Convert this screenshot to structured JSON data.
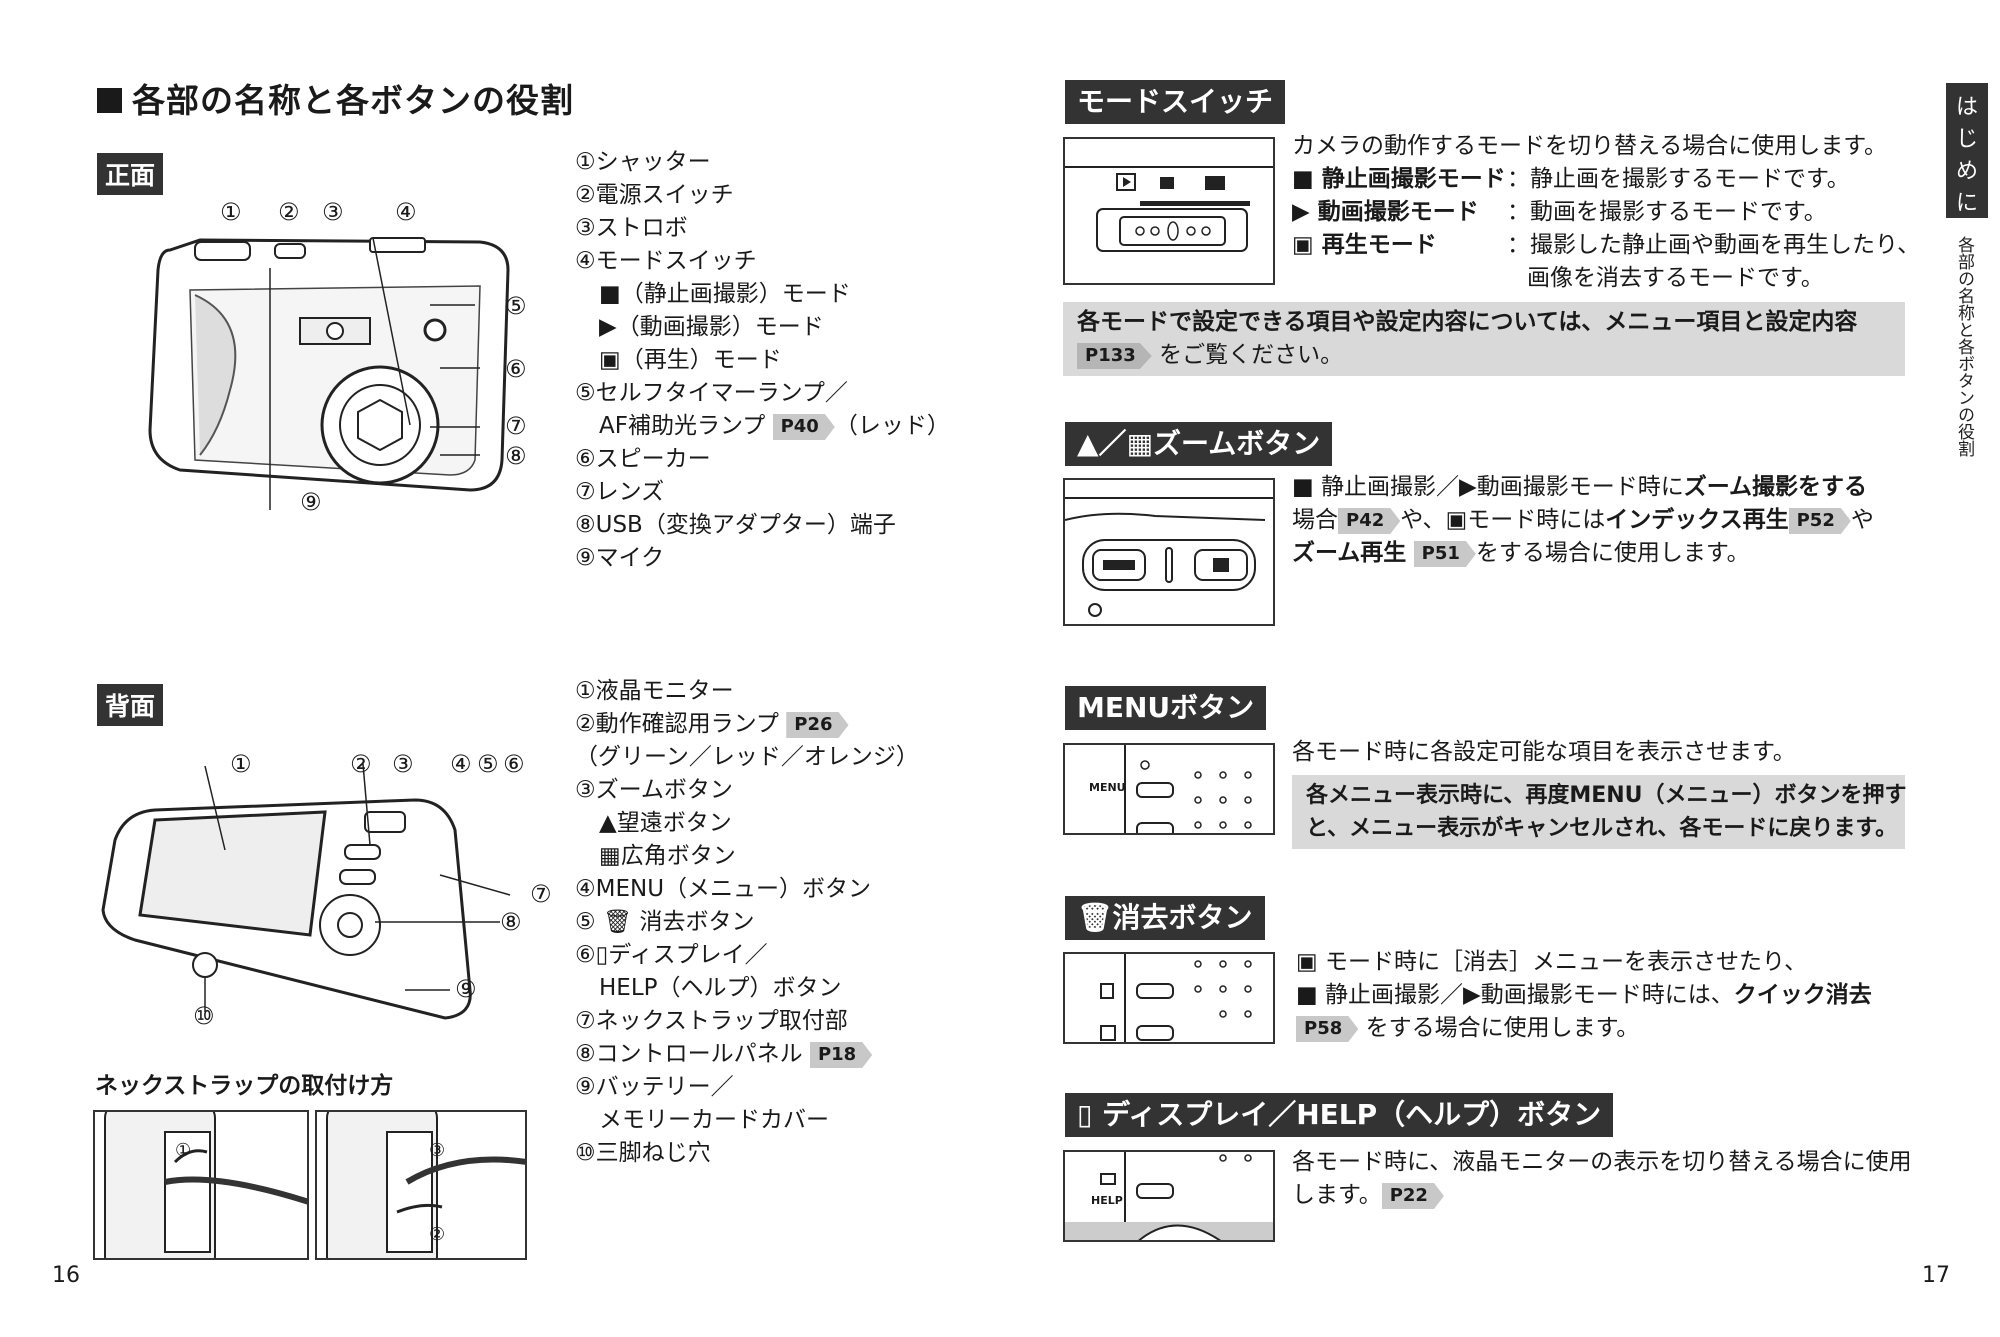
{
  "left": {
    "title": "各部の名称と各ボタンの役割",
    "front": {
      "label": "正面",
      "callouts": [
        "①",
        "②",
        "③",
        "④",
        "⑤",
        "⑥",
        "⑦",
        "⑧",
        "⑨"
      ],
      "items": [
        "①シャッター",
        "②電源スイッチ",
        "③ストロボ",
        "④モードスイッチ",
        "（静止画撮影）モード",
        "（動画撮影）モード",
        "（再生）モード",
        "⑤セルフタイマーランプ／",
        "AF補助光ランプ",
        "（レッド）",
        "⑥スピーカー",
        "⑦レンズ",
        "⑧USB（変換アダプター）端子",
        "⑨マイク"
      ],
      "ref_af": "P40"
    },
    "back": {
      "label": "背面",
      "callouts": [
        "①",
        "②",
        "③",
        "④",
        "⑤",
        "⑥",
        "⑦",
        "⑧",
        "⑨",
        "⑩"
      ],
      "items": [
        "①液晶モニター",
        "②動作確認用ランプ",
        "（グリーン／レッド／オレンジ）",
        "③ズームボタン",
        "望遠ボタン",
        "広角ボタン",
        "④MENU（メニュー）ボタン",
        "⑤",
        "消去ボタン",
        "⑥",
        "ディスプレイ／",
        "HELP（ヘルプ）ボタン",
        "⑦ネックストラップ取付部",
        "⑧コントロールパネル",
        "⑨バッテリー／",
        "メモリーカードカバー",
        "⑩三脚ねじ穴"
      ],
      "ref_lamp": "P26",
      "ref_panel": "P18"
    },
    "strap_title": "ネックストラップの取付け方",
    "strap_steps": [
      "①",
      "②",
      "③"
    ],
    "page_number": "16"
  },
  "right": {
    "mode_switch": {
      "header": "モードスイッチ",
      "intro": "カメラの動作するモードを切り替える場合に使用します。",
      "modes": [
        {
          "name": "静止画撮影モード",
          "desc": "：静止画を撮影するモードです。"
        },
        {
          "name": "動画撮影モード",
          "desc": "：動画を撮影するモードです。"
        },
        {
          "name": "再生モード",
          "desc": "：撮影した静止画や動画を再生したり、"
        }
      ],
      "desc_cont": "画像を消去するモードです。",
      "note_a": "各モードで設定できる項目や設定内容については、",
      "note_b": "メニュー項目と設定内容",
      "note_ref": "P133",
      "note_c": "をご覧ください。"
    },
    "zoom": {
      "header": "ズームボタン",
      "sep": "／",
      "t1": "静止画撮影／",
      "t2": "動画撮影モード時に",
      "t3": "ズーム撮影をする",
      "t4": "場合",
      "ref1": "P42",
      "t5": "や、",
      "t6": "モード時には",
      "t7": "インデックス再生",
      "ref2": "P52",
      "t8": "や",
      "t9": "ズーム再生",
      "ref3": "P51",
      "t10": "をする場合に使用します。"
    },
    "menu": {
      "header": "MENUボタン",
      "text": "各モード時に各設定可能な項目を表示させます。",
      "note1": "各メニュー表示時に、再度MENU（メニュー）ボタンを押す",
      "note2": "と、メニュー表示がキャンセルされ、各モードに戻ります。",
      "fig_label": "MENU"
    },
    "delete": {
      "header": "消去ボタン",
      "t1": "モード時に［消去］メニューを表示させたり、",
      "t2": "静止画撮影／",
      "t3": "動画撮影モード時には、",
      "t4": "クイック消去",
      "ref": "P58",
      "t5": "をする場合に使用します。"
    },
    "display": {
      "header": "ディスプレイ／HELP（ヘルプ）ボタン",
      "t1": "各モード時に、液晶モニターの表示を切り替える場合に使用",
      "t2": "します。",
      "ref": "P22",
      "fig_label": "HELP"
    },
    "side_tab": [
      "は",
      "じ",
      "め",
      "に"
    ],
    "side_text": "各部の名称と各ボタンの役割",
    "page_number": "17"
  }
}
